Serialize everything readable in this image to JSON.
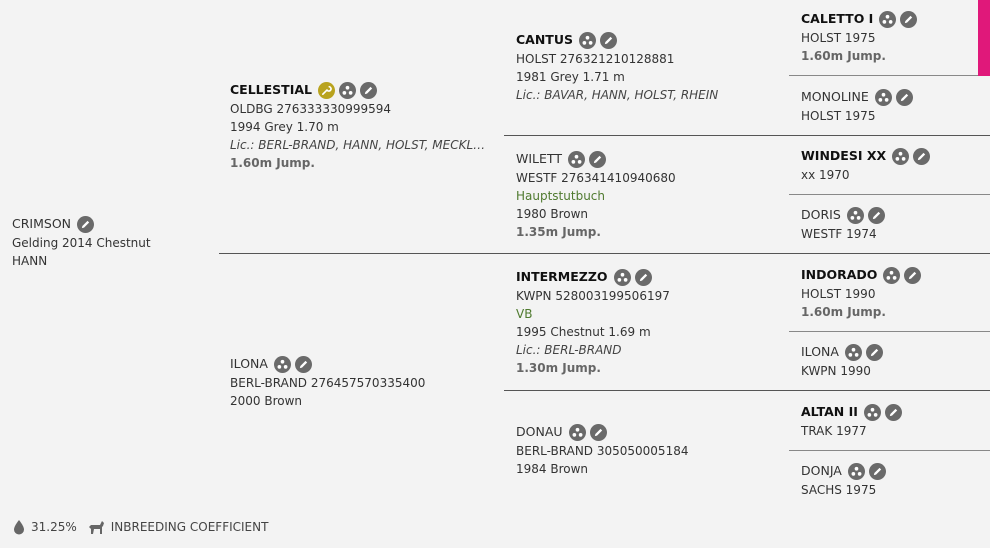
{
  "colors": {
    "accent": "#e0187a",
    "icon_bg": "#6a6a6a",
    "icon_gold": "#b9a31e",
    "approved_text": "#4f7a2f"
  },
  "horse": {
    "name": "CRIMSON",
    "line1": "Gelding 2014 Chestnut",
    "line2": "HANN"
  },
  "sire": {
    "name": "CELLESTIAL",
    "reg": "OLDBG 276333330999594",
    "info": "1994 Grey 1.70 m",
    "lic": "Lic.: BERL-BRAND, HANN, HOLST, MECKL, OLDB...",
    "jump": "1.60m Jump."
  },
  "dam": {
    "name": "ILONA",
    "reg": "BERL-BRAND 276457570335400",
    "info": "2000 Brown"
  },
  "gp": [
    {
      "name": "CANTUS",
      "reg": "HOLST 276321210128881",
      "info": "1981 Grey 1.71 m",
      "lic": "Lic.: BAVAR, HANN, HOLST, RHEIN"
    },
    {
      "name": "WILETT",
      "reg": "WESTF 276341410940680",
      "book": "Hauptstutbuch",
      "info": "1980 Brown",
      "jump": "1.35m Jump."
    },
    {
      "name": "INTERMEZZO",
      "reg": "KWPN 528003199506197",
      "book": "VB",
      "info": "1995 Chestnut 1.69 m",
      "lic": "Lic.: BERL-BRAND",
      "jump": "1.30m Jump."
    },
    {
      "name": "DONAU",
      "reg": "BERL-BRAND 305050005184",
      "info": "1984 Brown"
    }
  ],
  "ggp": [
    {
      "name": "CALETTO I",
      "info": "HOLST 1975",
      "jump": "1.60m Jump."
    },
    {
      "name": "MONOLINE",
      "info": "HOLST 1975"
    },
    {
      "name": "WINDESI XX",
      "info": "xx 1970"
    },
    {
      "name": "DORIS",
      "info": "WESTF 1974"
    },
    {
      "name": "INDORADO",
      "info": "HOLST 1990",
      "jump": "1.60m Jump."
    },
    {
      "name": "ILONA",
      "info": "KWPN 1990"
    },
    {
      "name": "ALTAN II",
      "info": "TRAK 1977"
    },
    {
      "name": "DONJA",
      "info": "SACHS 1975"
    }
  ],
  "footer": {
    "percent": "31.25%",
    "label": "INBREEDING COEFFICIENT"
  }
}
